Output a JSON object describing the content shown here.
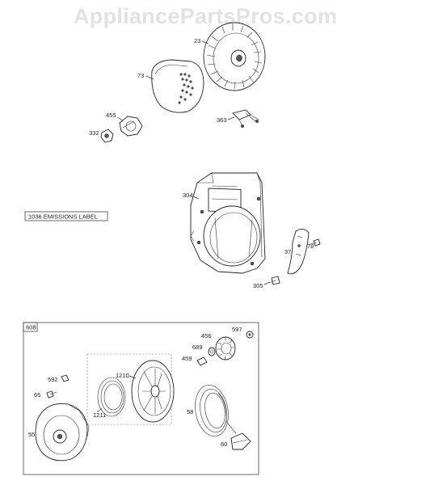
{
  "watermark": "AppliancePartsPros.com",
  "labels": {
    "p23": "23",
    "p73": "73",
    "p455": "455",
    "p332": "332",
    "p363": "363",
    "p304": "304",
    "p1036": "1036 EMISSIONS LABEL",
    "p37": "37",
    "p78": "78",
    "p305": "305",
    "p608": "608",
    "p597": "597",
    "p456": "456",
    "p689": "689",
    "p459": "459",
    "p1210": "1210",
    "p592": "592",
    "p65": "65",
    "p58": "58",
    "p1211": "1211",
    "p55": "55",
    "p60": "60"
  }
}
